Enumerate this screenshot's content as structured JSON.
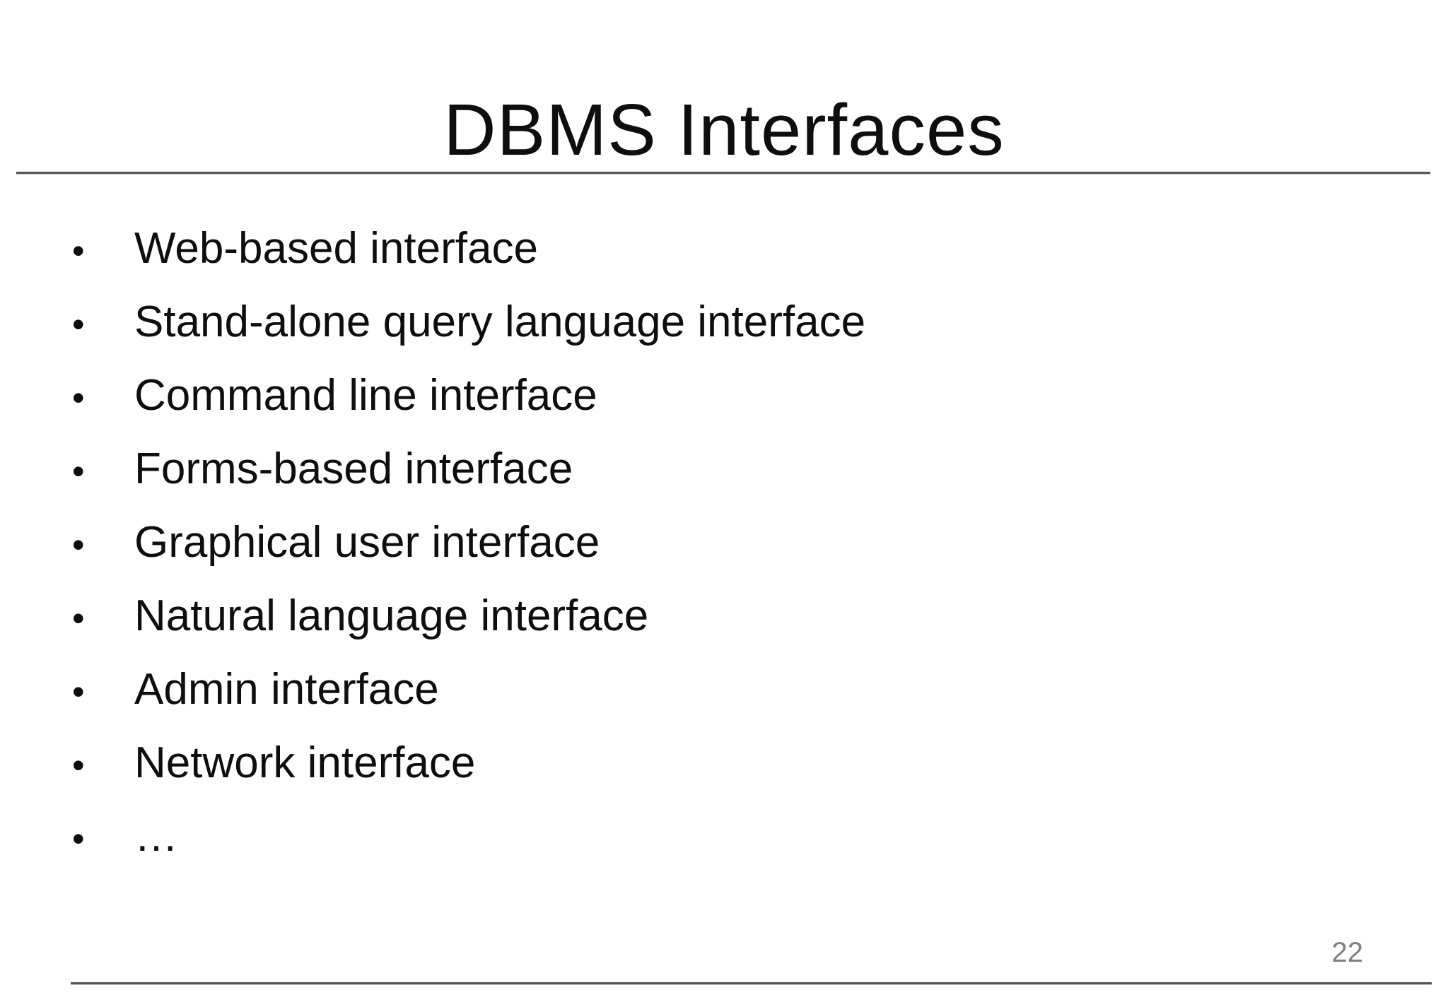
{
  "title": "DBMS Interfaces",
  "bullets": [
    "Web-based interface",
    "Stand-alone query language interface",
    "Command line interface",
    "Forms-based interface",
    "Graphical user interface",
    "Natural language interface",
    "Admin interface",
    "Network interface",
    "…"
  ],
  "bullet_glyph": "•",
  "footer": {
    "page_number": "22"
  },
  "colors": {
    "background": "#ffffff",
    "text": "#0e0e0e",
    "rule": "#56565a",
    "page_number": "#7f7f7f"
  }
}
